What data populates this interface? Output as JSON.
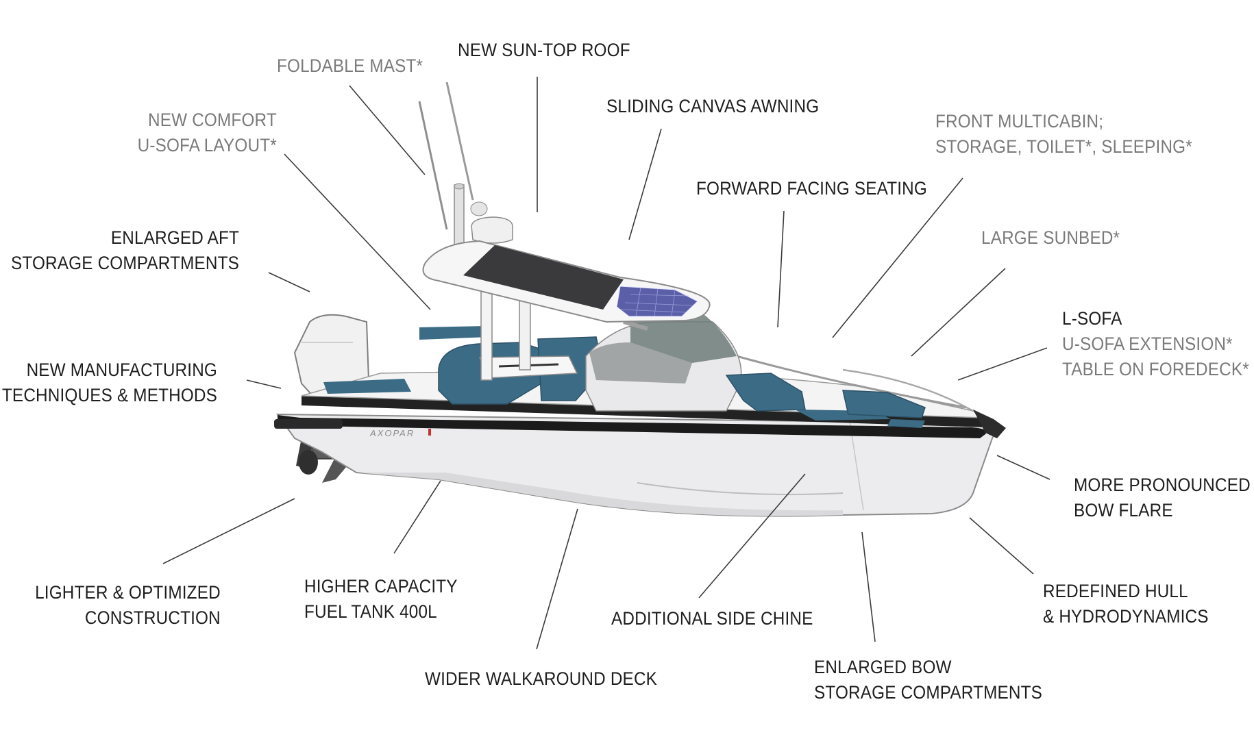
{
  "features": [
    {
      "id": "foldable-mast",
      "lines": [
        "FOLDABLE MAST*"
      ],
      "color": "grey"
    },
    {
      "id": "new-sun-top-roof",
      "lines": [
        "NEW SUN-TOP ROOF"
      ],
      "color": "dark"
    },
    {
      "id": "new-comfort-u-sofa",
      "lines": [
        "NEW COMFORT",
        "U-SOFA LAYOUT*"
      ],
      "color": "grey"
    },
    {
      "id": "sliding-canvas-awning",
      "lines": [
        "SLIDING CANVAS AWNING"
      ],
      "color": "dark"
    },
    {
      "id": "front-multicabin",
      "lines": [
        "FRONT MULTICABIN;",
        "STORAGE, TOILET*, SLEEPING*"
      ],
      "color": "grey"
    },
    {
      "id": "forward-facing-seating",
      "lines": [
        "FORWARD FACING SEATING"
      ],
      "color": "dark"
    },
    {
      "id": "enlarged-aft-storage",
      "lines": [
        "ENLARGED AFT",
        "STORAGE COMPARTMENTS"
      ],
      "color": "dark"
    },
    {
      "id": "large-sunbed",
      "lines": [
        "LARGE SUNBED*"
      ],
      "color": "grey"
    },
    {
      "id": "l-sofa",
      "lines": [
        "L-SOFA"
      ],
      "color": "dark"
    },
    {
      "id": "u-sofa-extension",
      "lines": [
        "U-SOFA EXTENSION*",
        "TABLE ON FOREDECK*"
      ],
      "color": "grey"
    },
    {
      "id": "new-manufacturing",
      "lines": [
        "NEW MANUFACTURING",
        "TECHNIQUES & METHODS"
      ],
      "color": "dark"
    },
    {
      "id": "more-pronounced-bow-flare",
      "lines": [
        "MORE PRONOUNCED",
        "BOW FLARE"
      ],
      "color": "dark"
    },
    {
      "id": "redefined-hull",
      "lines": [
        "REDEFINED HULL",
        "& HYDRODYNAMICS"
      ],
      "color": "dark"
    },
    {
      "id": "lighter-optimized",
      "lines": [
        "LIGHTER & OPTIMIZED",
        "CONSTRUCTION"
      ],
      "color": "dark"
    },
    {
      "id": "higher-capacity-fuel",
      "lines": [
        "HIGHER CAPACITY",
        "FUEL TANK 400L"
      ],
      "color": "dark"
    },
    {
      "id": "additional-side-chine",
      "lines": [
        "ADDITIONAL SIDE CHINE"
      ],
      "color": "dark"
    },
    {
      "id": "wider-walkaround",
      "lines": [
        "WIDER WALKAROUND DECK"
      ],
      "color": "dark"
    },
    {
      "id": "enlarged-bow-storage",
      "lines": [
        "ENLARGED BOW",
        "STORAGE COMPARTMENTS"
      ],
      "color": "dark"
    }
  ],
  "colors": {
    "dark_text": "#1e1e1e",
    "grey_text": "#7a7a7a",
    "leader_line": "#3a3a3a",
    "cushion_blue": "#3c6b85",
    "hull_white": "#eeeeef",
    "rub_rail": "#1b1b1b",
    "solar_panel": "#5a5fa8"
  },
  "boat": {
    "brand_mark": "AXOPAR"
  }
}
